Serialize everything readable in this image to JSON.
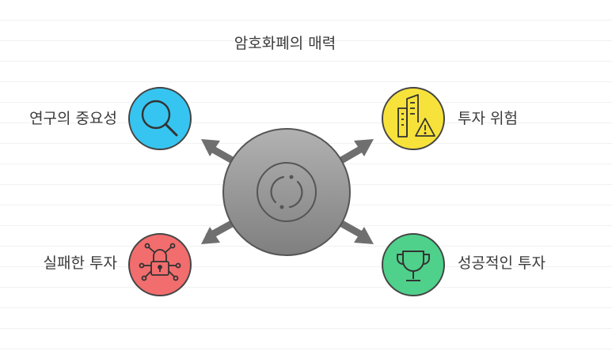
{
  "title": "암호화폐의 매력",
  "center": {
    "icon": "cycle-icon",
    "color": "#8f8f8f"
  },
  "nodes": [
    {
      "label": "연구의 중요성",
      "icon": "magnifier-icon",
      "color": "#36c5f0"
    },
    {
      "label": "투자 위험",
      "icon": "building-warning-icon",
      "color": "#f7e23b"
    },
    {
      "label": "실패한 투자",
      "icon": "lock-circuit-icon",
      "color": "#f26d6d"
    },
    {
      "label": "성공적인 투자",
      "icon": "trophy-icon",
      "color": "#4fd18b"
    }
  ]
}
